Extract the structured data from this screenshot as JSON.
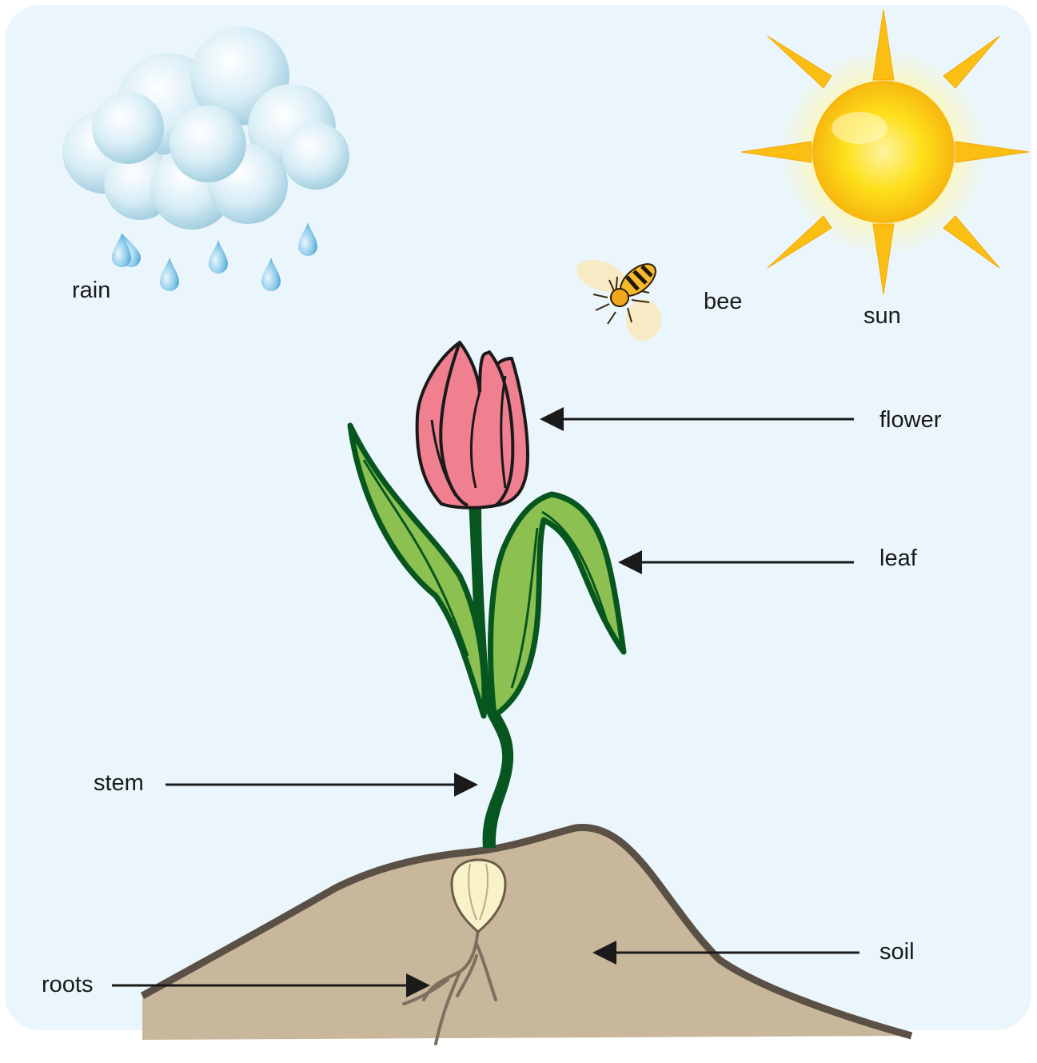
{
  "labels": {
    "rain": "rain",
    "bee": "bee",
    "sun": "sun",
    "flower": "flower",
    "leaf": "leaf",
    "stem": "stem",
    "soil": "soil",
    "roots": "roots"
  },
  "colors": {
    "background": "#eaf6fc",
    "petal": "#f07f90",
    "leaf": "#8cc152",
    "stem": "#07561f",
    "soil": "#c8b79a",
    "soil_edge": "#5a5045",
    "sun": "#fde01a",
    "ray": "#fbbf14",
    "cloud": "#c4e2ee",
    "raindrop": "#6fb6dc",
    "bulb": "#f9f1c8",
    "arrow": "#1a1a1a"
  },
  "icons": [
    "cloud-icon",
    "raindrop-icon",
    "sun-icon",
    "bee-icon",
    "tulip-icon",
    "bulb-icon"
  ]
}
